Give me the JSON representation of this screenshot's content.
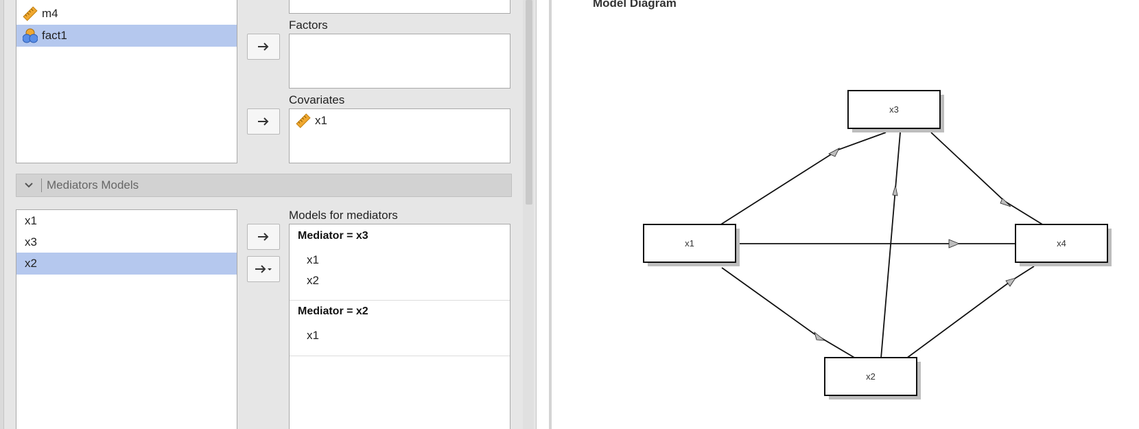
{
  "variables_list": {
    "items": [
      {
        "label": "m4",
        "icon": "ruler-icon",
        "selected": false
      },
      {
        "label": "fact1",
        "icon": "nominal-icon",
        "selected": true
      }
    ]
  },
  "factors": {
    "label": "Factors",
    "items": []
  },
  "covariates": {
    "label": "Covariates",
    "items": [
      {
        "label": "x1",
        "icon": "ruler-icon"
      }
    ]
  },
  "mediators_models": {
    "header": "Mediators Models",
    "available": [
      {
        "label": "x1",
        "selected": false
      },
      {
        "label": "x3",
        "selected": false
      },
      {
        "label": "x2",
        "selected": true
      }
    ],
    "models_label": "Models for mediators",
    "models": [
      {
        "title": "Mediator = x3",
        "terms": [
          "x1",
          "x2"
        ]
      },
      {
        "title": "Mediator = x2",
        "terms": [
          "x1"
        ]
      }
    ]
  },
  "diagram": {
    "title": "Model Diagram",
    "nodes": [
      "x1",
      "x2",
      "x3",
      "x4"
    ]
  },
  "colors": {
    "selected": "#b5c8ee",
    "icon_ruler": "#f0a830",
    "icon_nominal_blue": "#5b8ee6"
  }
}
